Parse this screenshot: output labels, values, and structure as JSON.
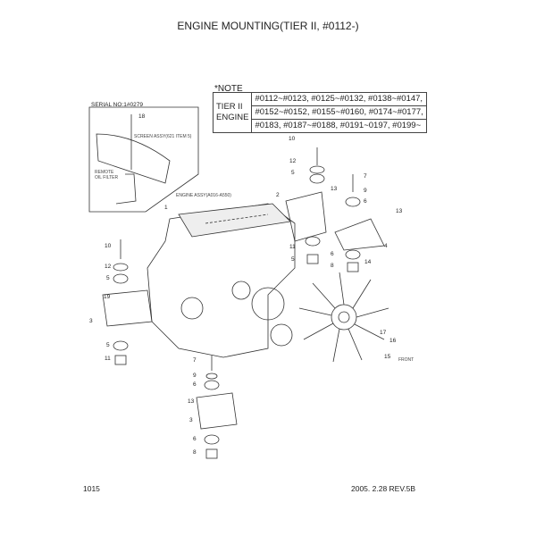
{
  "title": "ENGINE MOUNTING(TIER II, #0112-)",
  "note": {
    "label": "*NOTE",
    "engine_type": "TIER II\nENGINE",
    "serials": [
      "#0112~#0123, #0125~#0132, #0138~#0147,",
      "#0152~#0152, #0155~#0160, #0174~#0177,",
      "#0183, #0187~#0188, #0191~0197, #0199~"
    ]
  },
  "inset": {
    "serial": "SERIAL NO:1#0279",
    "screen": "SCREEN ASSY(621 ITEM 5)",
    "remote_filter": "REMOTE\nOIL FILTER"
  },
  "engine_assy": "ENGINE ASSY(A016-A550)",
  "front": "FRONT",
  "callouts": [
    "18",
    "1",
    "2",
    "10",
    "12",
    "5",
    "13",
    "7",
    "9",
    "6",
    "13",
    "4",
    "14",
    "11",
    "5",
    "6",
    "8",
    "10",
    "12",
    "5",
    "19",
    "3",
    "5",
    "11",
    "17",
    "16",
    "15",
    "7",
    "9",
    "6",
    "13",
    "3",
    "6",
    "8"
  ],
  "footer": {
    "page": "1015",
    "revision": "2005. 2.28  REV.5B"
  }
}
